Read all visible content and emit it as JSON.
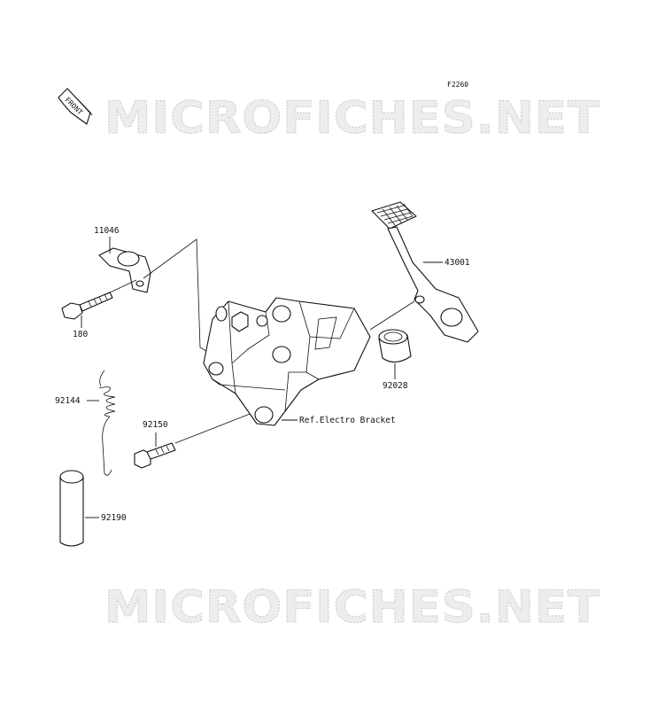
{
  "figure_code": "F2260",
  "front_label": "FRONT",
  "watermark_text": "MICROFICHES.NET",
  "reference_label": "Ref.Electro Bracket",
  "parts": {
    "p11046": "11046",
    "p180": "180",
    "p92144": "92144",
    "p92150": "92150",
    "p92190": "92190",
    "p43001": "43001",
    "p92028": "92028"
  }
}
